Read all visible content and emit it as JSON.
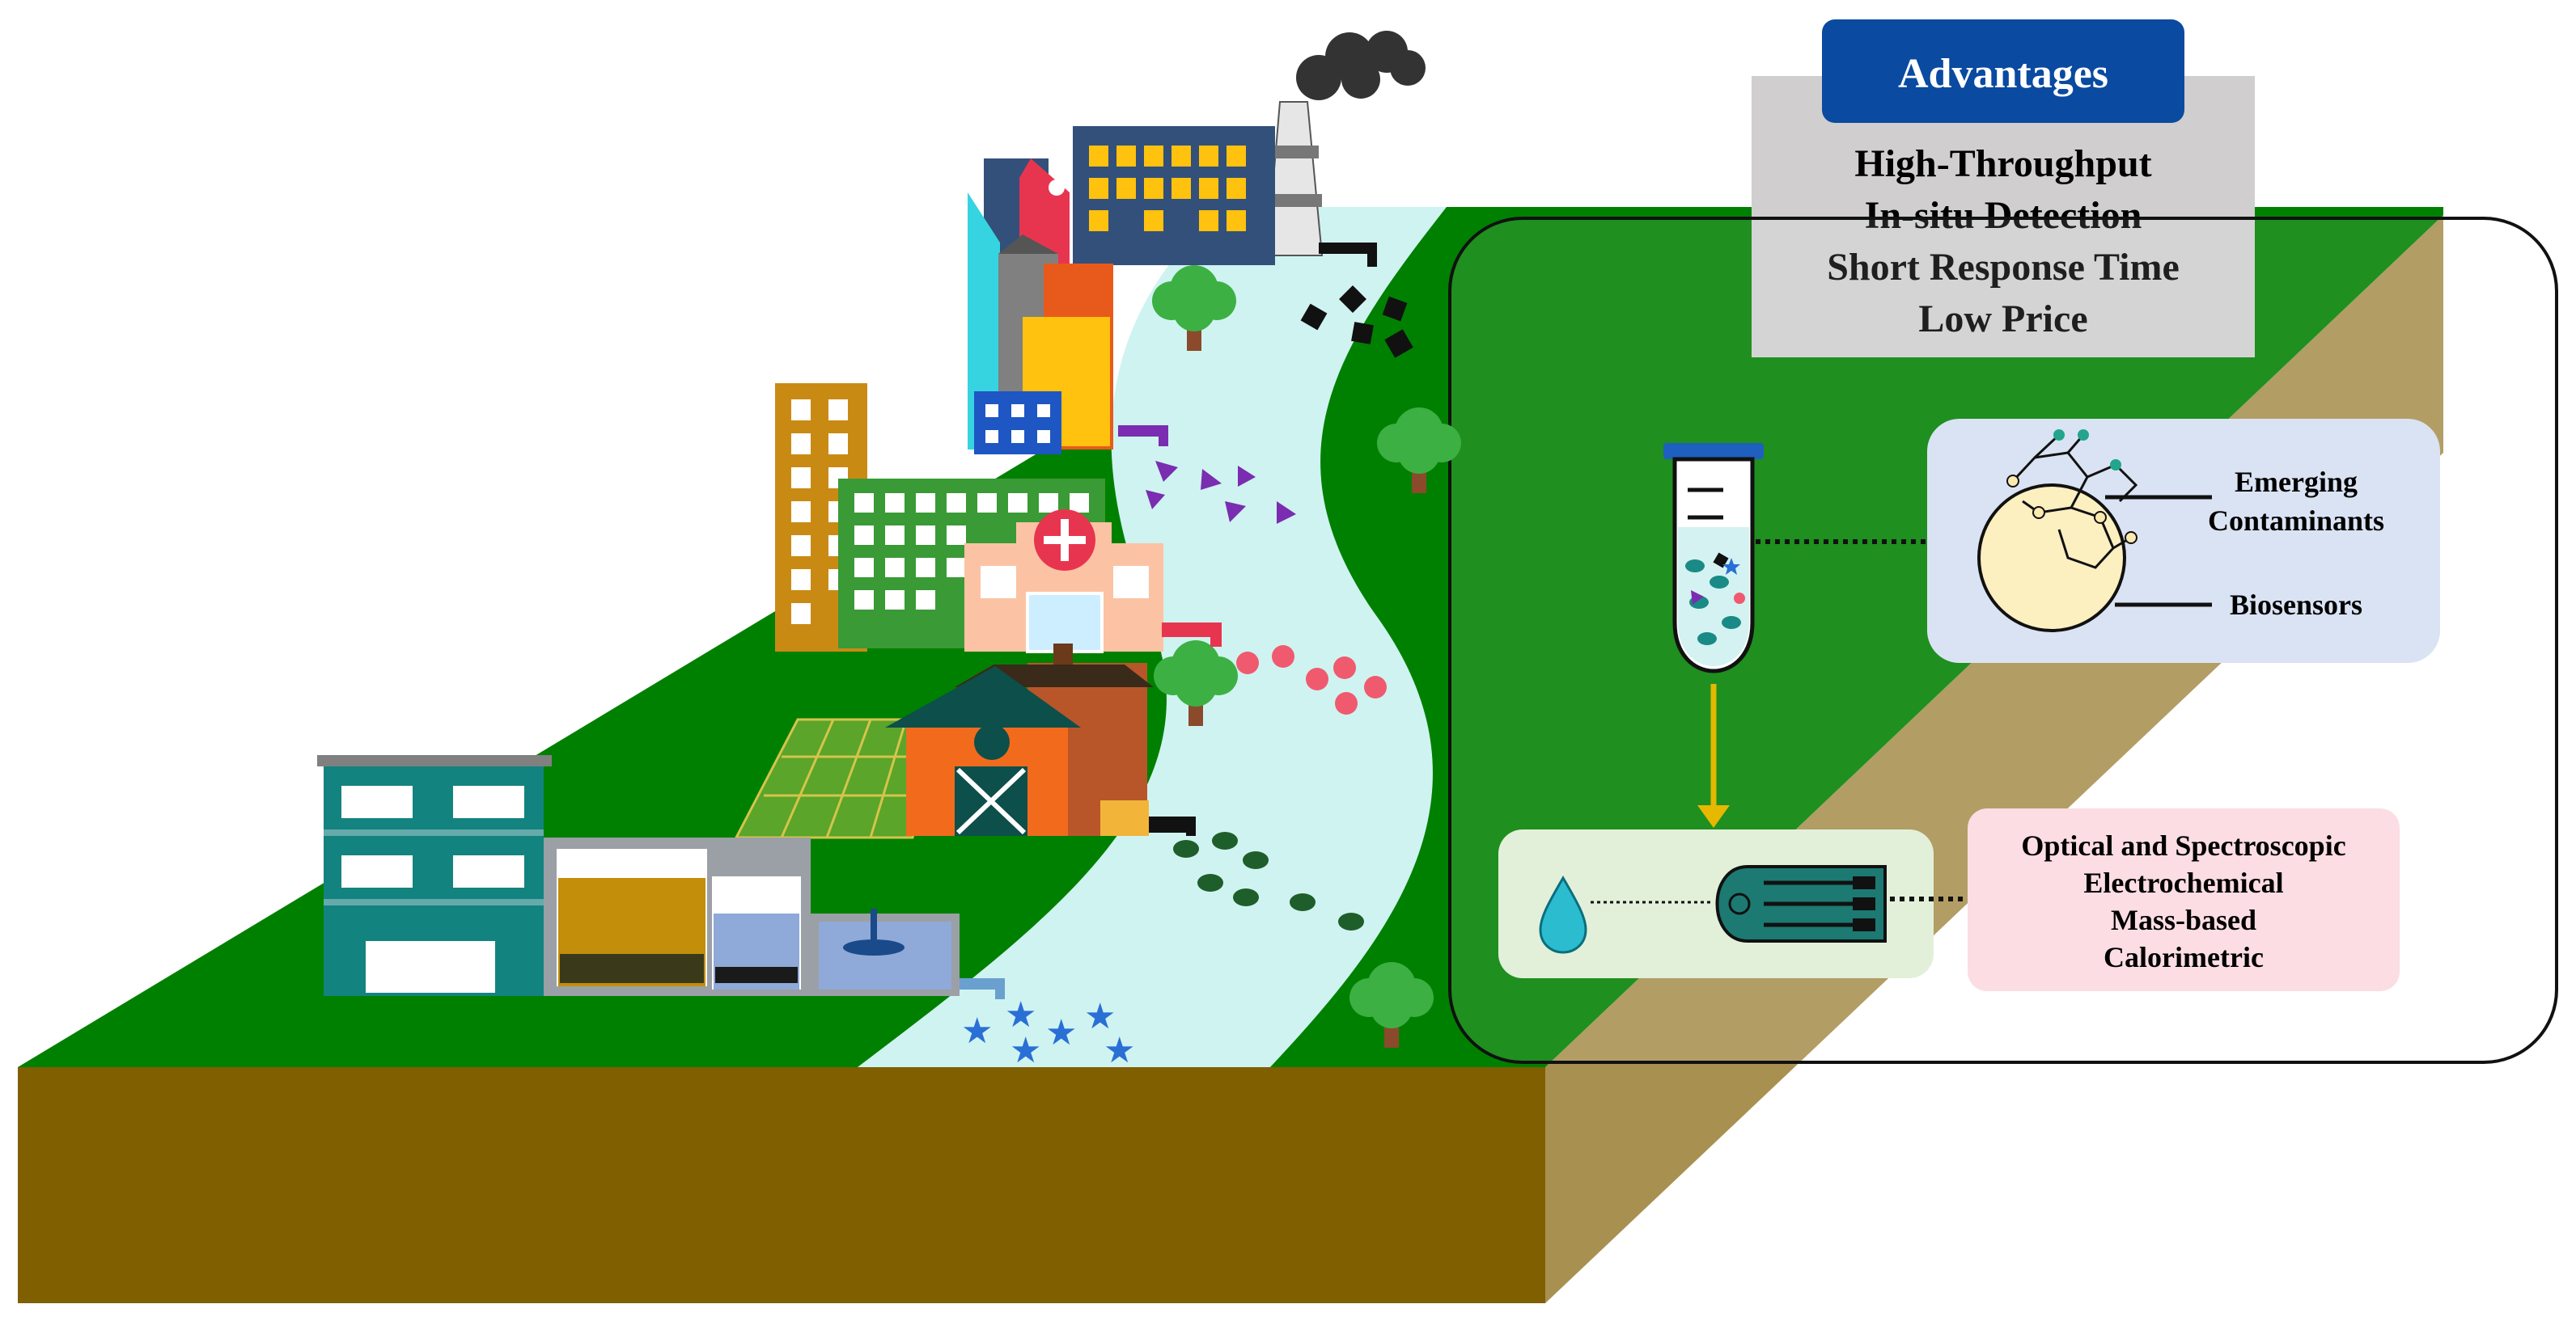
{
  "advantages": {
    "title": "Advantages",
    "items": [
      "High-Throughput",
      "In-situ Detection",
      "Short Response Time",
      "Low Price"
    ]
  },
  "biosensor_panel": {
    "labels": [
      "Emerging",
      "Contaminants",
      "Biosensors"
    ]
  },
  "transducer_panel": {
    "items": [
      "Optical and Spectroscopic",
      "Electrochemical",
      "Mass-based",
      "Calorimetric"
    ]
  },
  "colors": {
    "grass": "#008000",
    "soil": "#7f5f00",
    "river": "#cff3f1",
    "advantages_header": "#0a4aa0",
    "advantages_box": "#d0cece",
    "biosensor_panel": "#dae3f3",
    "transducer_panel": "#fbdde3",
    "sample_panel": "#e2f0d9",
    "arrow": "#e6b800"
  },
  "icons": [
    "factory-icon",
    "city-buildings-icon",
    "hospital-icon",
    "farm-barn-icon",
    "wastewater-plant-icon",
    "tree-icon",
    "test-tube-icon",
    "water-drop-icon",
    "electrode-chip-icon",
    "nanoparticle-icon"
  ]
}
